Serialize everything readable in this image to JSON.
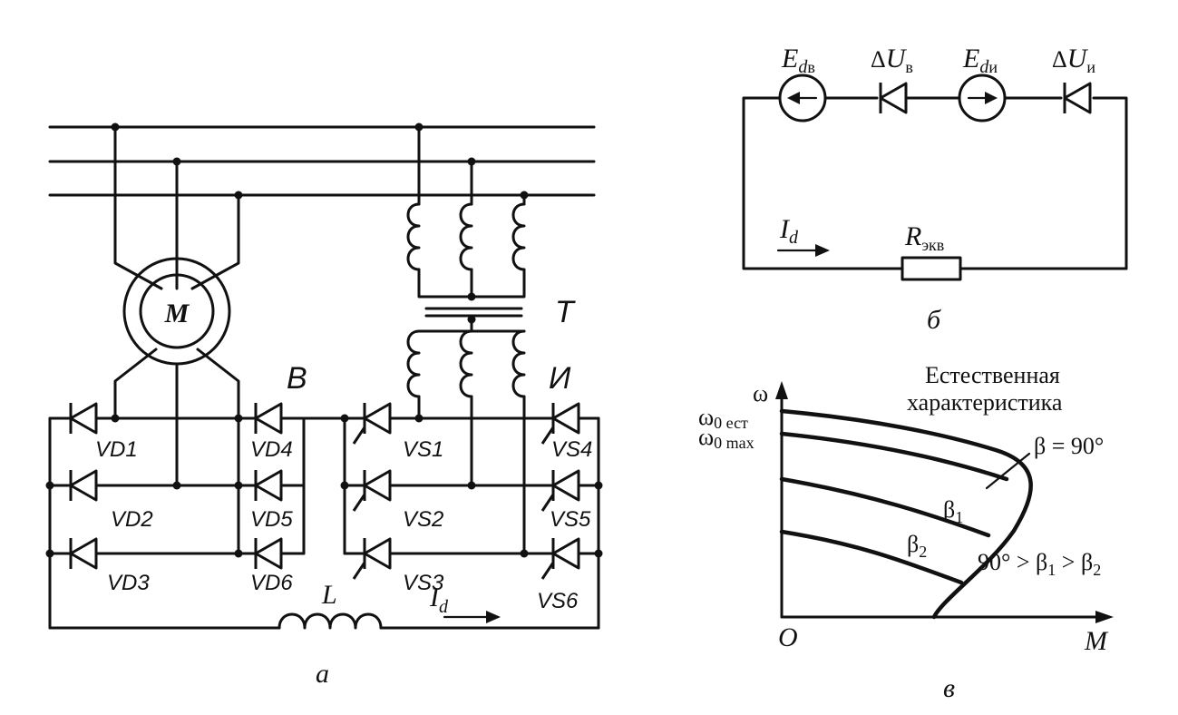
{
  "panel_a": {
    "caption": "а",
    "motor": "M",
    "rectifier_label": "В",
    "inverter_label": "И",
    "transformer_label": "T",
    "inductor": "L",
    "current": "I",
    "current_sub": "d",
    "diodes": [
      "VD1",
      "VD2",
      "VD3",
      "VD4",
      "VD5",
      "VD6"
    ],
    "thyristors": [
      "VS1",
      "VS2",
      "VS3",
      "VS4",
      "VS5",
      "VS6"
    ]
  },
  "panel_b": {
    "caption": "б",
    "edv": {
      "main": "E",
      "sub_i": "d",
      "sub": "в"
    },
    "duv": {
      "delta": "Δ",
      "main": "U",
      "sub": "в"
    },
    "edi": {
      "main": "E",
      "sub_i": "d",
      "sub": "и"
    },
    "dui": {
      "delta": "Δ",
      "main": "U",
      "sub": "и"
    },
    "current": {
      "main": "I",
      "sub": "d"
    },
    "resistor": {
      "main": "R",
      "sub": "экв"
    }
  },
  "panel_v": {
    "caption": "в",
    "omega": "ω",
    "origin": "O",
    "m_axis": "M",
    "omega0est": {
      "main": "ω",
      "sub": "0 ест"
    },
    "omega0max": {
      "main": "ω",
      "sub": "0 max"
    },
    "natural_line1": "Естественная",
    "natural_line2": "характеристика",
    "beta90": "β = 90°",
    "beta1": {
      "main": "β",
      "sub": "1"
    },
    "beta2": {
      "main": "β",
      "sub": "2"
    },
    "ineq": {
      "a": "90° > β",
      "s1": "1",
      "b": " > β",
      "s2": "2"
    }
  }
}
